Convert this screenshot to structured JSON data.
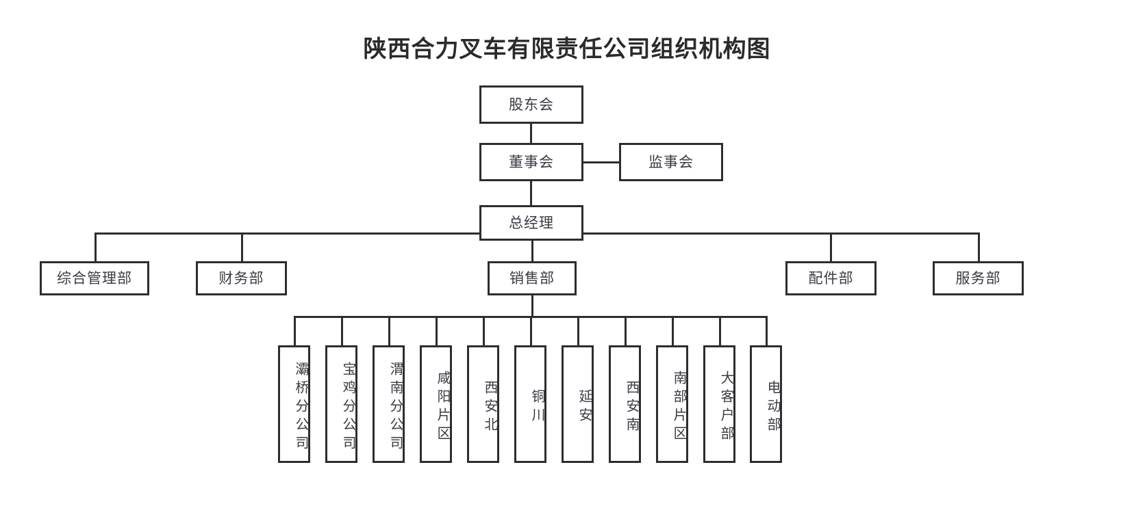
{
  "document": {
    "title": "陕西合力叉车有限责任公司组织机构图",
    "type": "organization-chart",
    "ink_color": "#2d2d2d",
    "text_color": "#3a3a44",
    "background_color": "#ffffff"
  },
  "nodes": {
    "shareholders": {
      "label": "股东会"
    },
    "board": {
      "label": "董事会"
    },
    "supervisors": {
      "label": "监事会"
    },
    "general_manager": {
      "label": "总经理"
    },
    "dept_admin": {
      "label": "综合管理部"
    },
    "dept_finance": {
      "label": "财务部"
    },
    "dept_sales": {
      "label": "销售部"
    },
    "dept_parts": {
      "label": "配件部"
    },
    "dept_service": {
      "label": "服务部"
    }
  },
  "sales_children": [
    {
      "label": "灞桥分公司"
    },
    {
      "label": "宝鸡分公司"
    },
    {
      "label": "渭南分公司"
    },
    {
      "label": "咸阳片区"
    },
    {
      "label": "西安北"
    },
    {
      "label": "铜川"
    },
    {
      "label": "延安"
    },
    {
      "label": "西安南"
    },
    {
      "label": "南部片区"
    },
    {
      "label": "大客户部"
    },
    {
      "label": "电动部"
    }
  ]
}
